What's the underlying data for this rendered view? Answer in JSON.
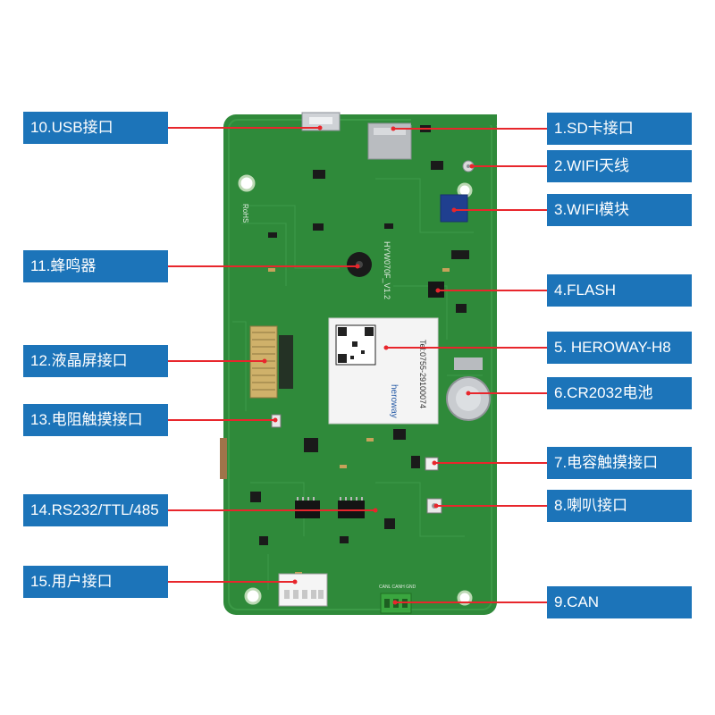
{
  "labels_left": [
    {
      "id": "usb",
      "text": "10.USB接口"
    },
    {
      "id": "buzzer",
      "text": "11.蜂鸣器"
    },
    {
      "id": "lcd",
      "text": "12.液晶屏接口"
    },
    {
      "id": "resistive-touch",
      "text": "13.电阻触摸接口"
    },
    {
      "id": "serial",
      "text": "14.RS232/TTL/485"
    },
    {
      "id": "user",
      "text": "15.用户接口"
    }
  ],
  "labels_right": [
    {
      "id": "sd",
      "text": "1.SD卡接口"
    },
    {
      "id": "wifi-antenna",
      "text": "2.WIFI天线"
    },
    {
      "id": "wifi-module",
      "text": "3.WIFI模块"
    },
    {
      "id": "flash",
      "text": "4.FLASH"
    },
    {
      "id": "heroway",
      "text": "5. HEROWAY-H8"
    },
    {
      "id": "battery",
      "text": "6.CR2032电池"
    },
    {
      "id": "cap-touch",
      "text": "7.电容触摸接口"
    },
    {
      "id": "speaker",
      "text": "8.喇叭接口"
    },
    {
      "id": "can",
      "text": "9.CAN"
    }
  ],
  "board_text": {
    "model": "HYW070F_V1.2",
    "rohs": "RoHS",
    "tel": "Tel:0755-29100074",
    "brand": "heroway",
    "can_pins": "CANL CANH GND"
  },
  "colors": {
    "label_bg": "#1c74b9",
    "leader_line": "#e8262c",
    "pcb": "#2f8a3a"
  }
}
